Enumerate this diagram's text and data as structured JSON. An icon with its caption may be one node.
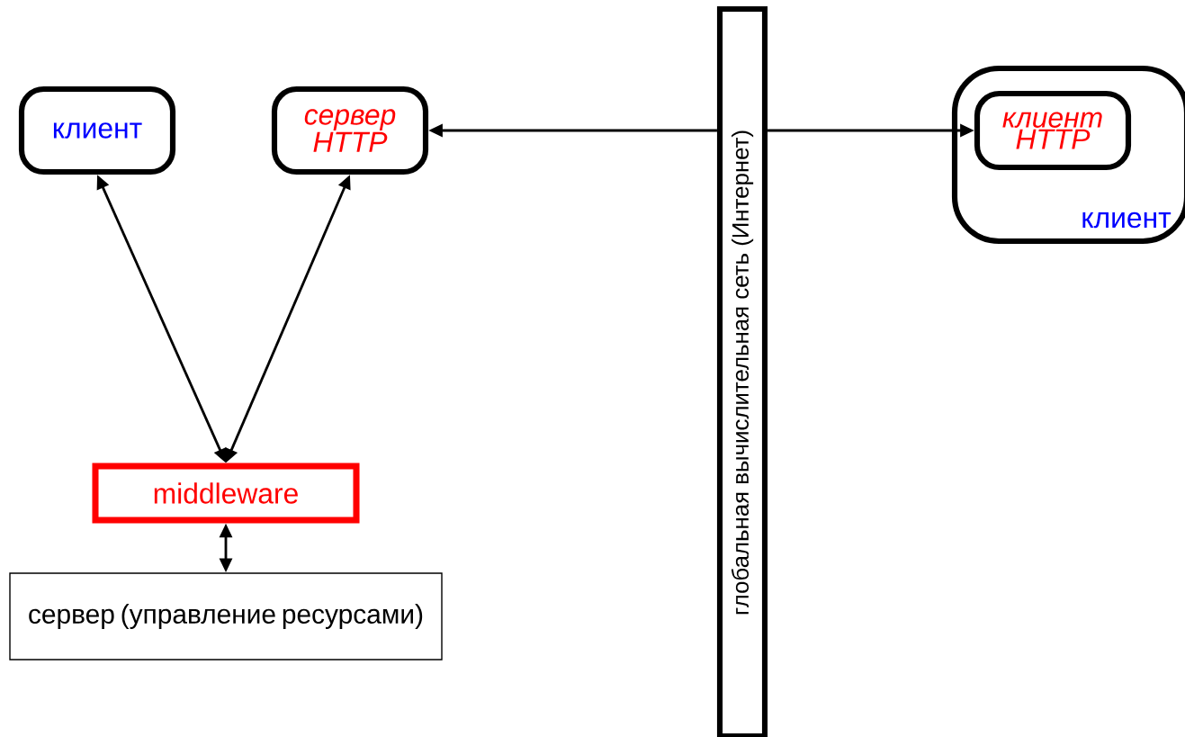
{
  "diagram": {
    "nodes": [
      {
        "text": [
          "клиент"
        ]
      },
      {
        "text": [
          "сервер HTTP"
        ]
      },
      {
        "text": [
          "middleware"
        ]
      },
      {
        "text": [
          "сервер (управление ресурсами)"
        ]
      },
      {
        "text": [
          "глобальная вычислительная сеть (Интернет)"
        ]
      },
      {
        "text": [
          "клиент"
        ]
      },
      {
        "text": [
          "клиент HTTP"
        ],
        "in": 5
      }
    ],
    "edges": [
      {
        "from": 2,
        "to": 0,
        "arrow": "both"
      },
      {
        "from": 2,
        "to": 1,
        "arrow": "both"
      },
      {
        "from": 2,
        "to": 3,
        "arrow": "both"
      },
      {
        "from": 4,
        "to": 1,
        "arrow": "to"
      },
      {
        "from": 4,
        "to": 6,
        "arrow": "to"
      }
    ]
  }
}
